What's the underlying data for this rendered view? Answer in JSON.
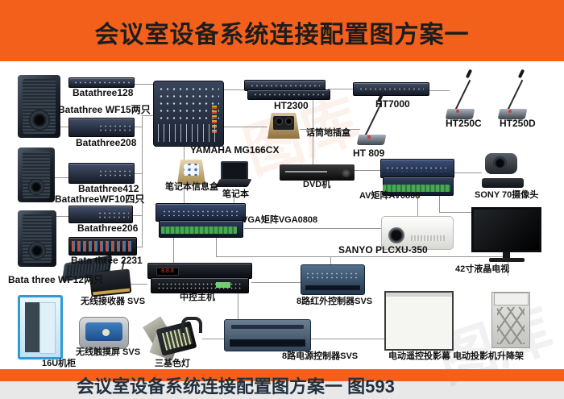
{
  "header": {
    "title": "会议室设备系统连接配置图方案一",
    "bg_color": "#f2601c"
  },
  "footer": {
    "clipped_text": "会议室设备系统连接配置图方案一 图593",
    "bg_color": "#f2601c"
  },
  "watermark": {
    "text": "图库"
  },
  "devices": {
    "eq128": {
      "label": "Batathree128"
    },
    "spk_wf15": {
      "label": "Batathree WF15两只"
    },
    "amp208": {
      "label": "Batathree208"
    },
    "amp412": {
      "label": "Batathree412"
    },
    "spk_wf10": {
      "label": "BatathreeWF10四只"
    },
    "amp206": {
      "label": "Batathree206"
    },
    "eq2231": {
      "label": "Bata three 2231"
    },
    "spk_wf12": {
      "label": "Bata three WF12两只"
    },
    "mixer": {
      "label": "YAMAHA MG166CX"
    },
    "ht2300": {
      "label": "HT2300"
    },
    "ht7000": {
      "label": "HT7000"
    },
    "floorbox": {
      "label": "话筒地插盒"
    },
    "ht809": {
      "label": "HT 809"
    },
    "ht250c": {
      "label": "HT250C"
    },
    "ht250d": {
      "label": "HT250D"
    },
    "infobox": {
      "label": "笔记本信息盒"
    },
    "laptop": {
      "label": "笔记本"
    },
    "dvd": {
      "label": "DVD机"
    },
    "av_matrix": {
      "label": "AV矩阵AV0808"
    },
    "sony_cam": {
      "label": "SONY 70摄像头"
    },
    "vga_matrix": {
      "label": "VGA矩阵VGA0808"
    },
    "projector": {
      "label": "SANYO PLCXU-350"
    },
    "tv": {
      "label": "42寸液晶电视"
    },
    "central_ctrl": {
      "label": "中控主机"
    },
    "ir_ctrl": {
      "label": "8路红外控制器SVS"
    },
    "wireless_rx": {
      "label": "无线接收器 SVS"
    },
    "touch_panel": {
      "label": "无线触摸屏 SVS"
    },
    "rack16u": {
      "label": "16U机柜"
    },
    "power_ctrl": {
      "label": "8路电源控制器SVS"
    },
    "tricolor_light": {
      "label": "三基色灯"
    },
    "proj_screen": {
      "label": "电动遥控投影幕"
    },
    "proj_lift": {
      "label": "电动投影机升降架"
    }
  }
}
